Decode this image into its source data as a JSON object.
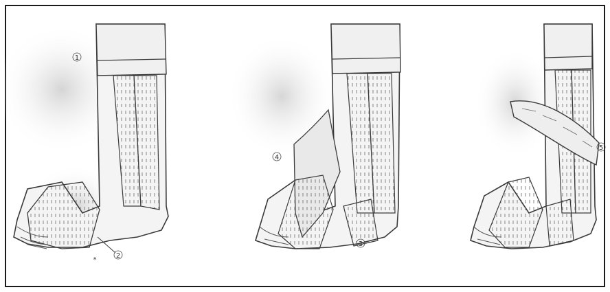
{
  "figure": {
    "labels": {
      "one": "1",
      "two": "2",
      "three": "3",
      "four": "4",
      "five": "5",
      "asterisk": "*"
    },
    "colors": {
      "line": "#3a3a3a",
      "shade": "#c8c8c8",
      "tape": "#f2f2f2",
      "frame": "#1a1a1a"
    }
  }
}
